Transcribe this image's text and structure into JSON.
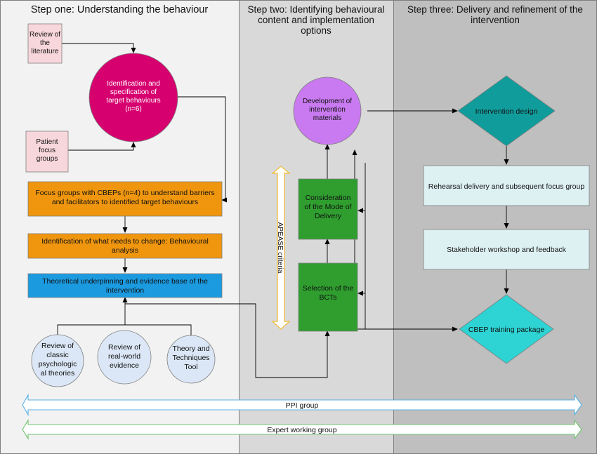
{
  "columns": {
    "one": [
      "Step one: Understanding the behaviour"
    ],
    "two": [
      "Step two: Identifying behavioural",
      "content and implementation",
      "options"
    ],
    "three": [
      "Step three: Delivery and refinement of the",
      "intervention"
    ]
  },
  "nodes": {
    "literature": [
      "Review of",
      "the",
      "literature"
    ],
    "patient": [
      "Patient",
      "focus",
      "groups"
    ],
    "target": [
      "Identification and",
      "specification of",
      "target behaviours",
      "(n=6)"
    ],
    "focus_cbeps": [
      "Focus groups with CBEPs (n=4) to understand barriers",
      "and facilitators to identified target behaviours"
    ],
    "identification": [
      "Identification of what needs to change: Behavioural",
      "analysis"
    ],
    "theoretical": [
      "Theoretical underpinning and evidence base of the",
      "intervention"
    ],
    "classic": [
      "Review of",
      "classic",
      "psychologic",
      "al theories"
    ],
    "realworld": [
      "Review of",
      "real-world",
      "evidence"
    ],
    "ttt": [
      "Theory and",
      "Techniques",
      "Tool"
    ],
    "apease": [
      "APEASE criteria"
    ],
    "development": [
      "Development of",
      "intervention",
      "materials"
    ],
    "mode": [
      "Consideration",
      "of the Mode of",
      "Delivery"
    ],
    "bcts": [
      "Selection of the",
      "BCTs"
    ],
    "design": [
      "Intervention design"
    ],
    "rehearsal": [
      "Rehearsal delivery and subsequent focus group"
    ],
    "stakeholder": [
      "Stakeholder workshop and feedback"
    ],
    "cbep_pkg": [
      "CBEP training package"
    ],
    "ppi": [
      "PPI group"
    ],
    "expert": [
      "Expert working group"
    ]
  },
  "colors": {
    "col1_bg": "#f2f2f2",
    "col2_bg": "#d9d9d9",
    "col3_bg": "#bfbfbf",
    "pink_box": "#f8d7dc",
    "magenta": "#d6006f",
    "orange": "#f0960e",
    "blue": "#1b9ae0",
    "light_blue_circle": "#dbe7f6",
    "violet": "#c97af0",
    "green": "#2f9e2f",
    "teal_diamond": "#119c9c",
    "cyan_diamond": "#2ed3d3",
    "pale_cyan_box": "#ddf0f2"
  }
}
